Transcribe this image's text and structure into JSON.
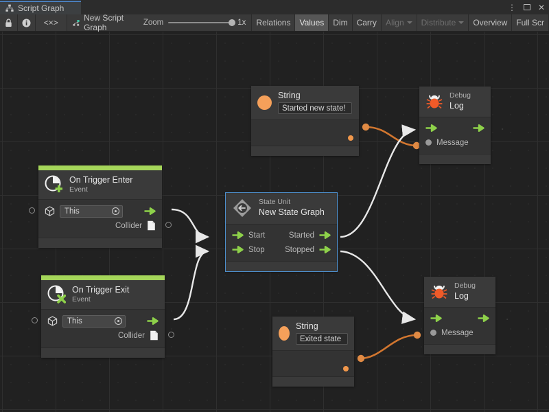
{
  "window": {
    "tab_title": "Script Graph",
    "tab_icon": "graph-icon",
    "buttons": [
      {
        "name": "more-options",
        "glyph": "⋮"
      },
      {
        "name": "maximize",
        "glyph": ""
      },
      {
        "name": "close",
        "glyph": "✕"
      }
    ]
  },
  "toolbar": {
    "lock_icon": "lock-icon",
    "info_icon": "info-icon",
    "code_icon": "<×>",
    "graph_icon": "script-graph-icon",
    "graph_name": "New Script Graph",
    "zoom_label": "Zoom",
    "zoom_value": "1x",
    "zoom_percent": 100,
    "items": [
      {
        "label": "Relations",
        "state": "normal"
      },
      {
        "label": "Values",
        "state": "active"
      },
      {
        "label": "Dim",
        "state": "normal"
      },
      {
        "label": "Carry",
        "state": "normal"
      },
      {
        "label": "Align",
        "state": "disabled",
        "dropdown": true
      },
      {
        "label": "Distribute",
        "state": "disabled",
        "dropdown": true
      },
      {
        "label": "Overview",
        "state": "normal"
      },
      {
        "label": "Full Scr",
        "state": "normal"
      }
    ]
  },
  "canvas": {
    "background_color": "#212121",
    "grid_minor_color": "#2a2a2a",
    "grid_major_color": "#2f2f2f",
    "accent_green": "#a5d65a",
    "value_wire_color": "#d2762f",
    "flow_wire_color": "#e8e8e8",
    "selection_color": "#4d8fcc"
  },
  "nodes": {
    "string_top": {
      "title": "String",
      "value": "Started new state!",
      "icon": "string-value-icon",
      "output_port": "value-output-port"
    },
    "string_bottom": {
      "title": "String",
      "value": "Exited state",
      "icon": "string-value-icon",
      "output_port": "value-output-port"
    },
    "debug_log_top": {
      "subtitle": "Debug",
      "title": "Log",
      "icon": "bug-icon",
      "message_label": "Message"
    },
    "debug_log_bottom": {
      "subtitle": "Debug",
      "title": "Log",
      "icon": "bug-icon",
      "message_label": "Message"
    },
    "on_trigger_enter": {
      "title": "On Trigger Enter",
      "subtitle": "Event",
      "icon": "event-enter-icon",
      "target_value": "This",
      "target_icon": "gameobject-cube-icon",
      "collider_label": "Collider",
      "collider_icon": "collider-doc-icon"
    },
    "on_trigger_exit": {
      "title": "On Trigger Exit",
      "subtitle": "Event",
      "icon": "event-exit-icon",
      "target_value": "This",
      "target_icon": "gameobject-cube-icon",
      "collider_label": "Collider",
      "collider_icon": "collider-doc-icon"
    },
    "state_unit": {
      "subtitle": "State Unit",
      "title": "New State Graph",
      "icon": "state-unit-icon",
      "selected": true,
      "inputs": [
        "Start",
        "Stop"
      ],
      "outputs": [
        "Started",
        "Stopped"
      ]
    }
  }
}
